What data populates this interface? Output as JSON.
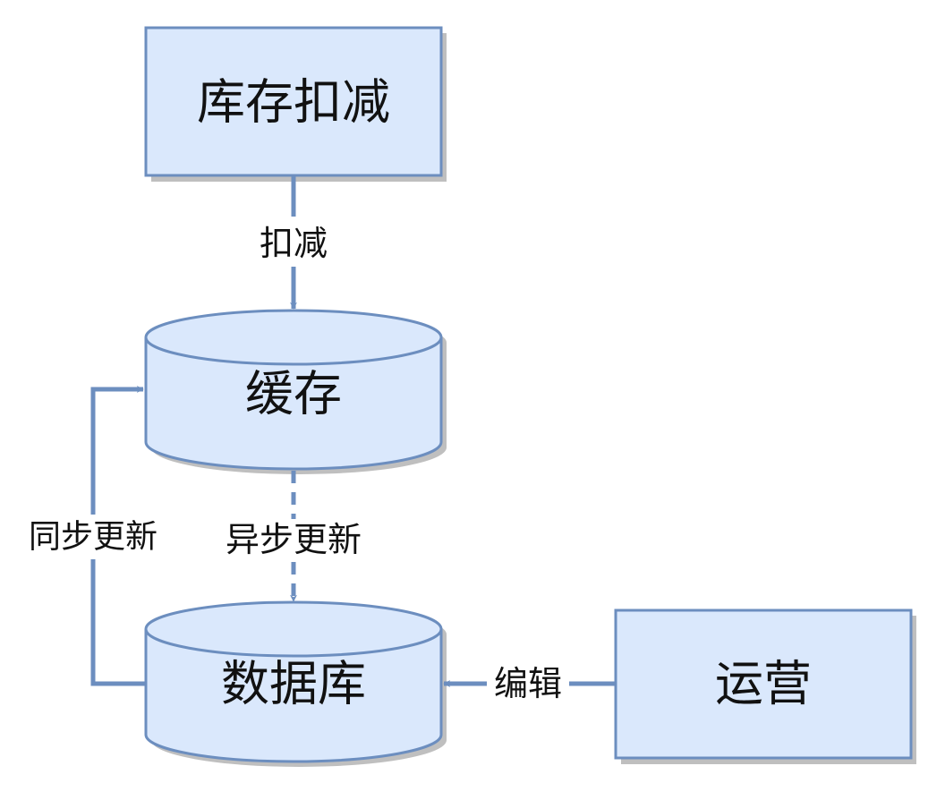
{
  "colors": {
    "node_fill": "#dae8fc",
    "node_stroke": "#6c8ebf",
    "edge": "#6c8ebf",
    "shadow": "#bfbfbf",
    "text": "#111111"
  },
  "nodes": {
    "stock_deduct": {
      "label": "库存扣减",
      "shape": "rectangle"
    },
    "cache": {
      "label": "缓存",
      "shape": "cylinder"
    },
    "database": {
      "label": "数据库",
      "shape": "cylinder"
    },
    "operations": {
      "label": "运营",
      "shape": "rectangle"
    }
  },
  "edges": {
    "deduct": {
      "label": "扣减",
      "from": "库存扣减",
      "to": "缓存",
      "style": "solid"
    },
    "async_update": {
      "label": "异步更新",
      "from": "缓存",
      "to": "数据库",
      "style": "dashed"
    },
    "sync_update": {
      "label": "同步更新",
      "from": "数据库",
      "to": "缓存",
      "style": "solid"
    },
    "edit": {
      "label": "编辑",
      "from": "运营",
      "to": "数据库",
      "style": "solid"
    }
  }
}
